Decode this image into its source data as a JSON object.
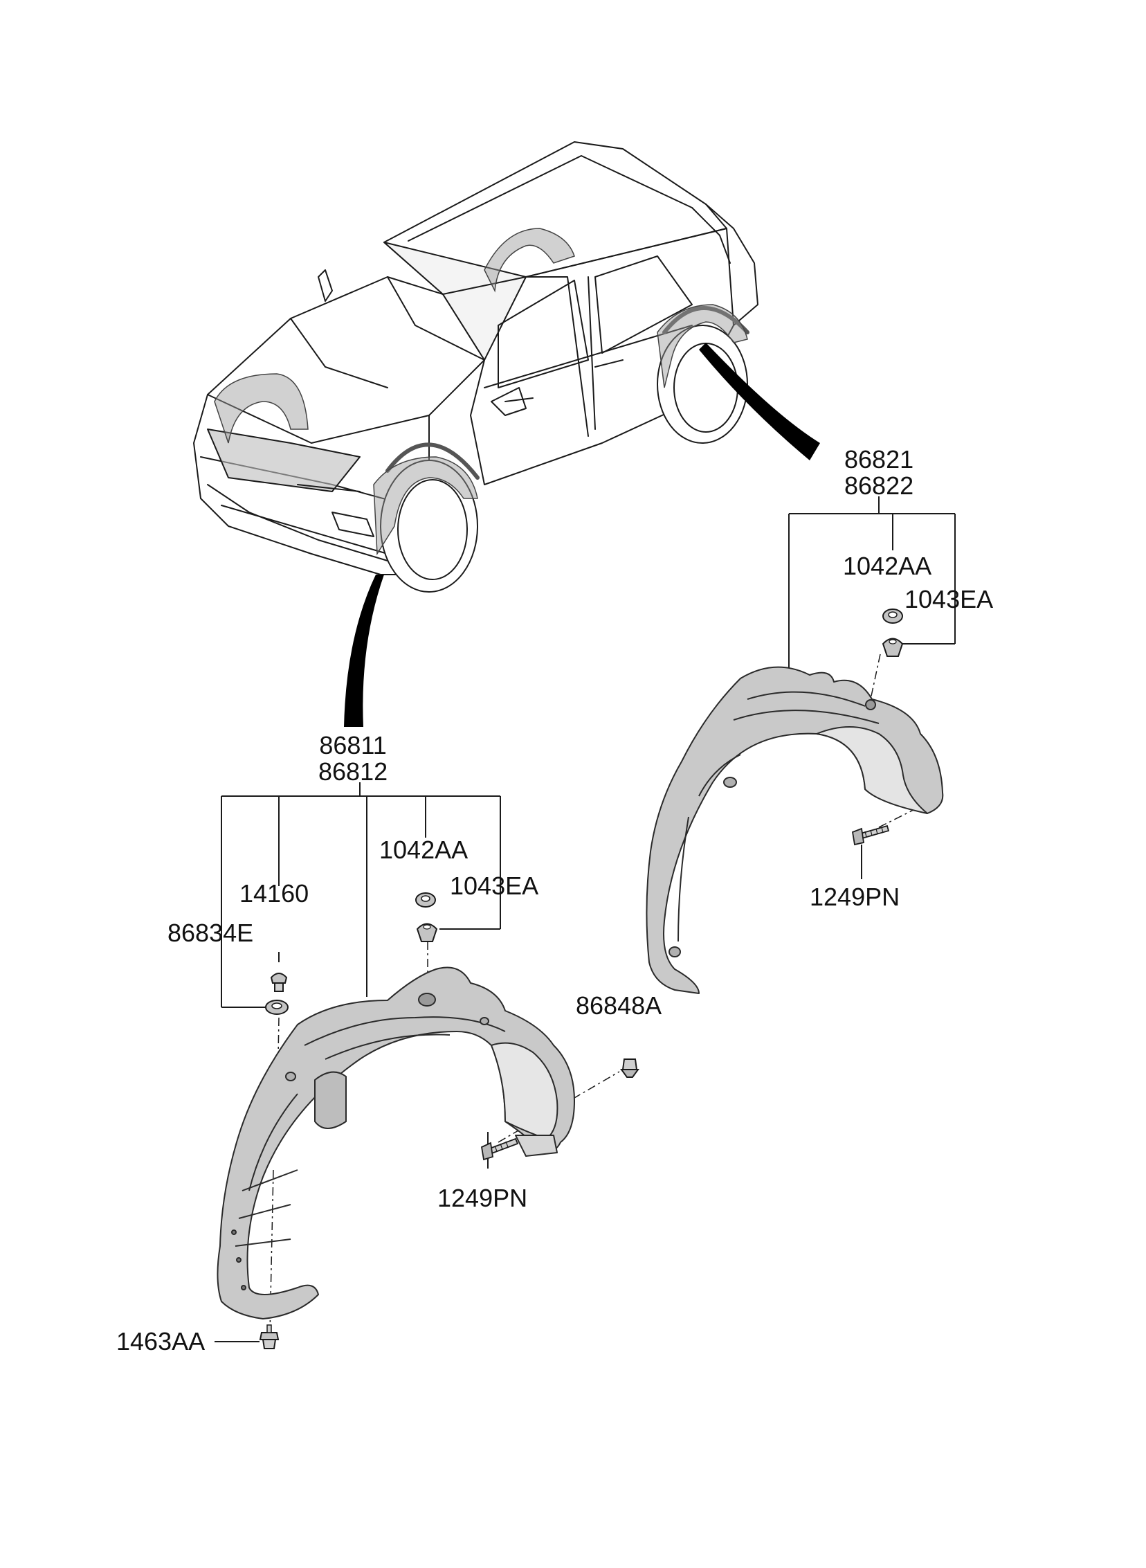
{
  "diagram": {
    "colors": {
      "line": "#1a1a1a",
      "part_fill": "#c9c9c9",
      "part_light": "#e6e6e6",
      "pointer": "#000000"
    },
    "front_assembly": {
      "part_numbers": [
        "86811",
        "86812"
      ],
      "callouts": {
        "washer": "1042AA",
        "nut": "1043EA",
        "clip": "14160",
        "grommet": "86834E",
        "screw": "1249PN",
        "pin": "86848A",
        "bottom_screw": "1463AA"
      }
    },
    "rear_assembly": {
      "part_numbers": [
        "86821",
        "86822"
      ],
      "callouts": {
        "washer": "1042AA",
        "nut": "1043EA",
        "screw": "1249PN"
      }
    }
  }
}
